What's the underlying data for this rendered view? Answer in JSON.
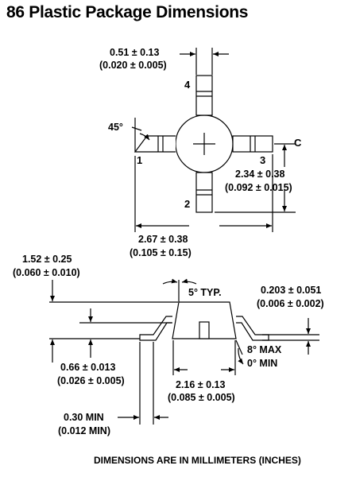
{
  "title": "86 Plastic Package Dimensions",
  "top_view": {
    "lead_width": {
      "mm": "0.51 ± 0.13",
      "in": "(0.020 ± 0.005)"
    },
    "angle": "45°",
    "pin_labels": [
      "1",
      "2",
      "3",
      "4"
    ],
    "centerline_symbol": "C",
    "height": {
      "mm": "2.34 ± 0.38",
      "in": "(0.092 ± 0.015)"
    },
    "width": {
      "mm": "2.67 ± 0.38",
      "in": "(0.105 ± 0.15)"
    }
  },
  "side_view": {
    "body_height": {
      "mm": "1.52 ± 0.25",
      "in": "(0.060 ± 0.010)"
    },
    "taper": "5° TYP.",
    "lead_thickness": {
      "mm": "0.203 ± 0.051",
      "in": "(0.006 ± 0.002)"
    },
    "standoff": {
      "mm": "0.66 ± 0.013",
      "in": "(0.026 ± 0.005)"
    },
    "foot_angle": {
      "max": "8° MAX",
      "min": "0° MIN"
    },
    "body_length": {
      "mm": "2.16 ± 0.13",
      "in": "(0.085 ± 0.005)"
    },
    "foot_length": {
      "mm": "0.30 MIN",
      "in": "(0.012 MIN)"
    }
  },
  "footer": "DIMENSIONS ARE IN MILLIMETERS (INCHES)"
}
